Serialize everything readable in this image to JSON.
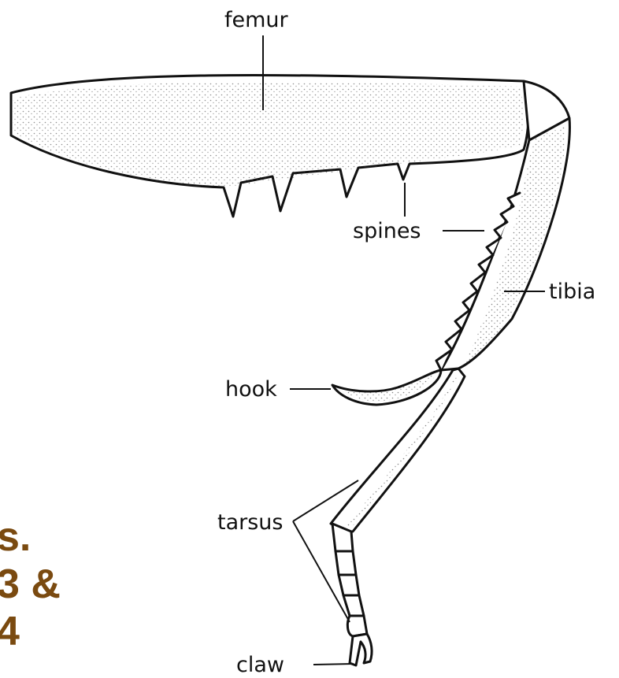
{
  "labels": {
    "femur": "femur",
    "spines": "spines",
    "tibia": "tibia",
    "hook": "hook",
    "tarsus": "tarsus",
    "claw": "claw"
  },
  "side_text": [
    "s.",
    "3 &",
    "4"
  ],
  "colors": {
    "side_text": "#7a4a10",
    "ink": "#111111",
    "background": "#ffffff"
  }
}
